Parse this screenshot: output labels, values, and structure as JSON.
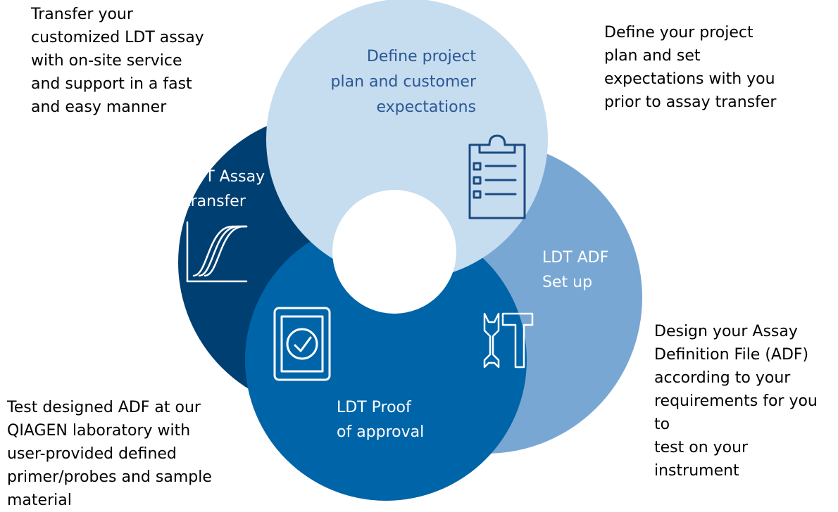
{
  "colors": {
    "define_plan": "#c6dcef",
    "assay_transfer": "#003f72",
    "adf_setup": "#79a7d3",
    "proof_of_approval": "#0064a8",
    "light_text": "#2a5896",
    "icon_dark": "#1b4b82",
    "icon_light": "#ffffff"
  },
  "segments": {
    "define_plan": {
      "label_lines": [
        "Define project",
        "plan and customer",
        "expectations"
      ],
      "icon": "clipboard-checklist-icon"
    },
    "assay_transfer": {
      "label_lines": [
        "LDT Assay",
        "transfer"
      ],
      "icon": "amplification-curve-icon"
    },
    "adf_setup": {
      "label_lines": [
        "LDT ADF",
        "Set up"
      ],
      "icon": "wrench-hammer-icon"
    },
    "proof_of_approval": {
      "label_lines": [
        "LDT Proof",
        "of approval"
      ],
      "icon": "approval-checkmark-icon"
    }
  },
  "descriptions": {
    "top_left": "Transfer your\ncustomized LDT assay\nwith on-site service\nand support in a fast\nand easy manner",
    "top_right": "Define your project\nplan and set\nexpectations with you\nprior to assay transfer",
    "bottom_right": "Design your Assay\nDefinition File (ADF)\naccording to your\nrequirements for you to\ntest on your instrument",
    "bottom_left": "Test designed ADF at our\nQIAGEN laboratory with\nuser-provided defined\nprimer/probes and sample\nmaterial"
  }
}
